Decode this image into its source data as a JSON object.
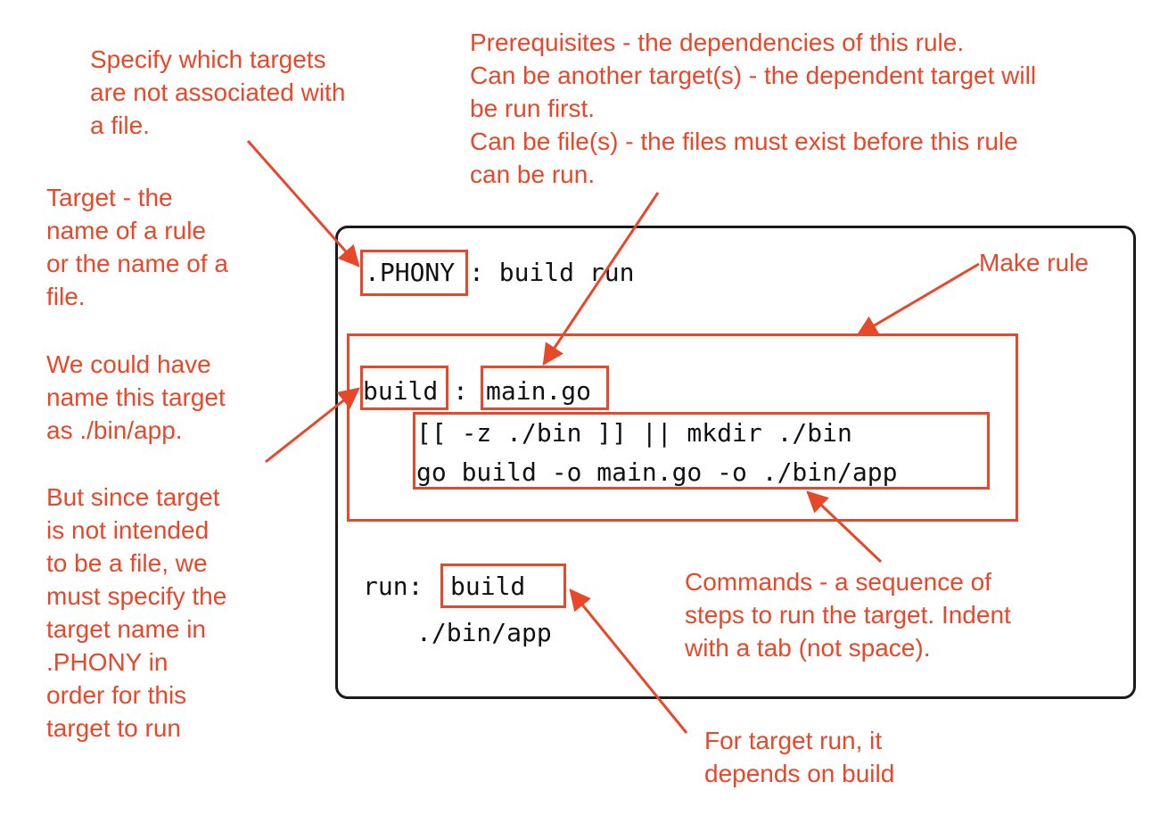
{
  "annotations": {
    "phony": "Specify which targets\nare not associated with\na file.",
    "prerequisites": "Prerequisites - the dependencies of this rule.\nCan be another target(s) - the dependent target will\nbe run first.\nCan be file(s) - the files must exist before this rule\ncan be run.",
    "target": "Target - the\nname of a rule\nor the name of a\nfile.",
    "alt_name": "We could have\nname this target\nas ./bin/app.",
    "since_not_file": "But since target\nis not intended\nto be a file, we\nmust specify the\ntarget name in\n.PHONY in\norder for this\ntarget to run",
    "make_rule": "Make rule",
    "commands": "Commands - a sequence of\nsteps to run the target. Indent\nwith a tab (not space).",
    "run_depends": "For target run, it\ndepends on build"
  },
  "code": {
    "phony_target": ".PHONY",
    "phony_rest": ": build run",
    "build_target": "build",
    "build_colon": ":",
    "build_prereq": "main.go",
    "cmd1": "[[ -z ./bin ]] || mkdir ./bin",
    "cmd2": "go build -o main.go -o ./bin/app",
    "run_target": "run:",
    "run_prereq": "build",
    "run_cmd": "./bin/app"
  },
  "colors": {
    "annotation": "#e8482a",
    "code_text": "#111111",
    "frame": "#1a1a1a"
  }
}
